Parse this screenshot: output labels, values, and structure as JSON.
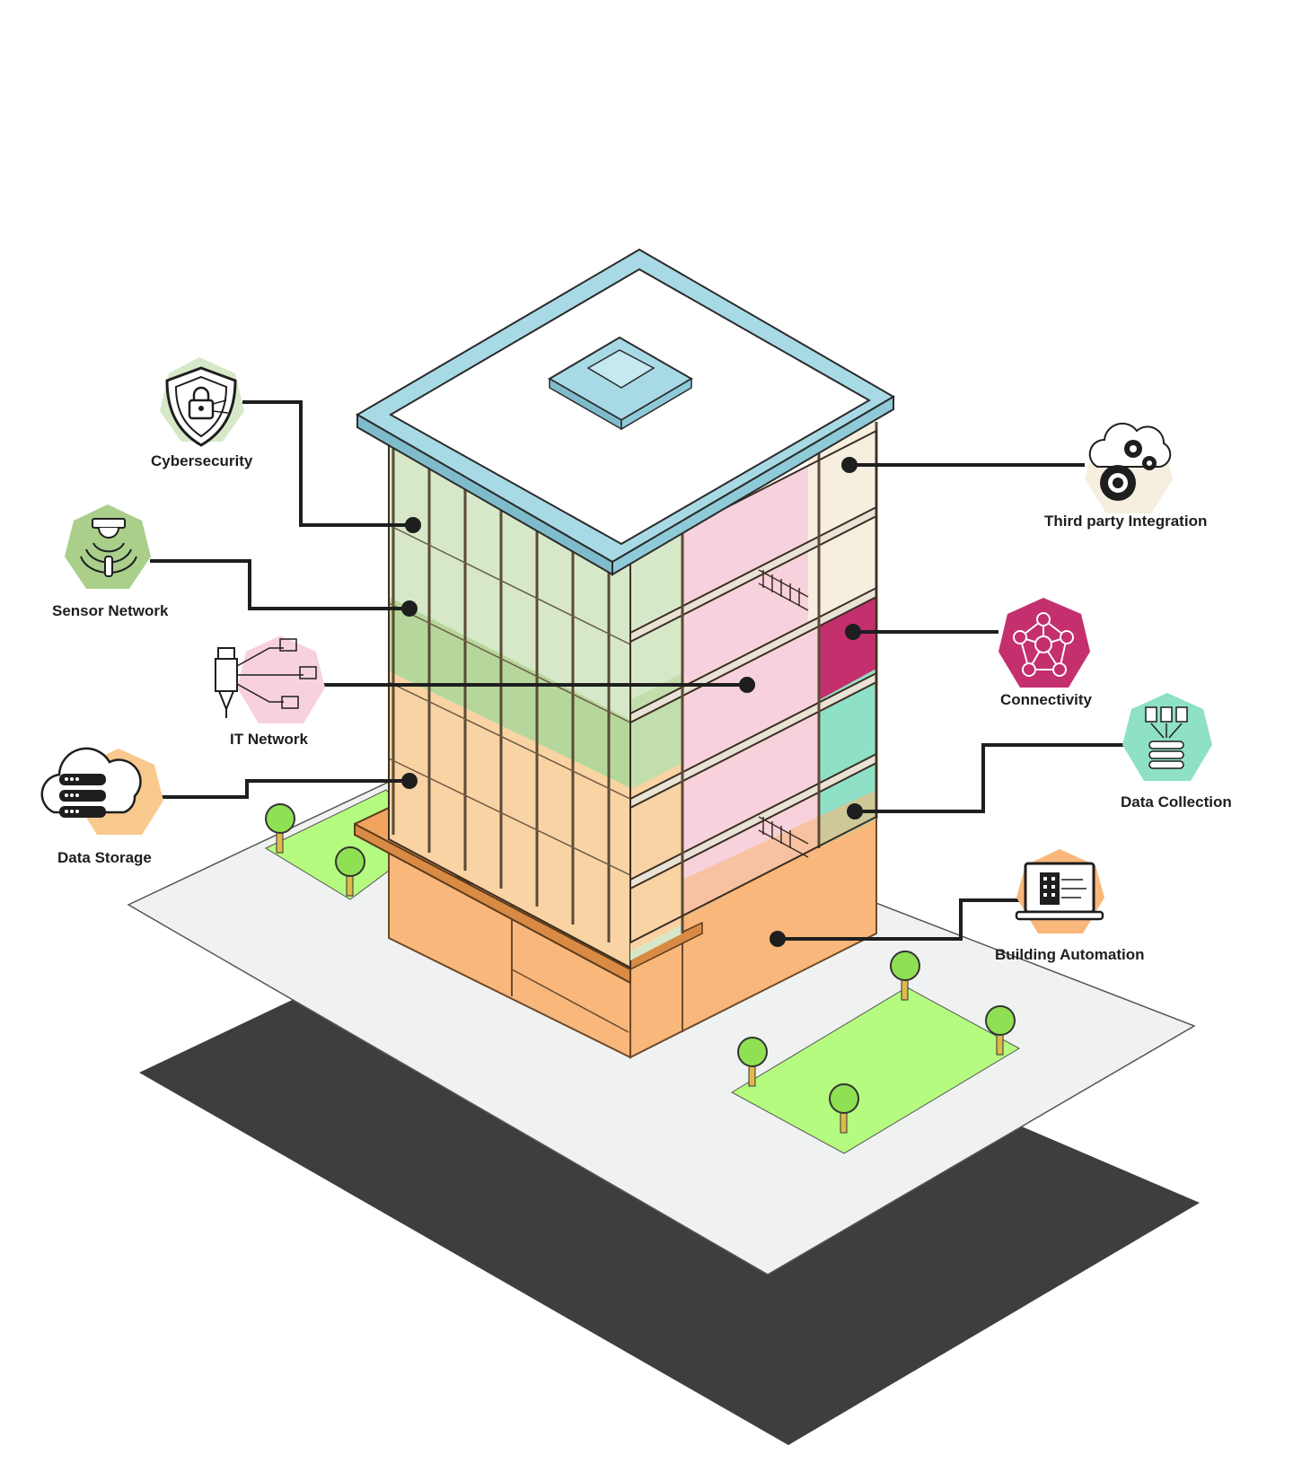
{
  "diagram": {
    "labels": {
      "cybersecurity": "Cybersecurity",
      "sensor_network": "Sensor Network",
      "it_network": "IT Network",
      "data_storage": "Data Storage",
      "third_party": "Third party Integration",
      "connectivity": "Connectivity",
      "data_collection": "Data Collection",
      "building_automation": "Building Automation"
    },
    "colors": {
      "cybersecurity": "#d6e8c8",
      "sensor_network": "#a9cf8b",
      "it_network": "#f7d2dc",
      "data_storage": "#f9c98e",
      "third_party": "#f6efe0",
      "connectivity": "#c42f6d",
      "data_collection": "#8ee0c6",
      "building_automation": "#f9b77c",
      "ground": "#3d3f3f",
      "plaza": "#f0f2f2",
      "lawn": "#b5fb7f",
      "roof_trim": "#a8dae6",
      "leader_line": "#1e1e1e"
    },
    "icons": {
      "cybersecurity": "shield-lock-icon",
      "sensor_network": "sensor-camera-icon",
      "it_network": "ethernet-network-icon",
      "data_storage": "cloud-server-icon",
      "third_party": "cloud-gears-icon",
      "connectivity": "network-nodes-icon",
      "data_collection": "data-collection-icon",
      "building_automation": "laptop-building-icon"
    }
  }
}
